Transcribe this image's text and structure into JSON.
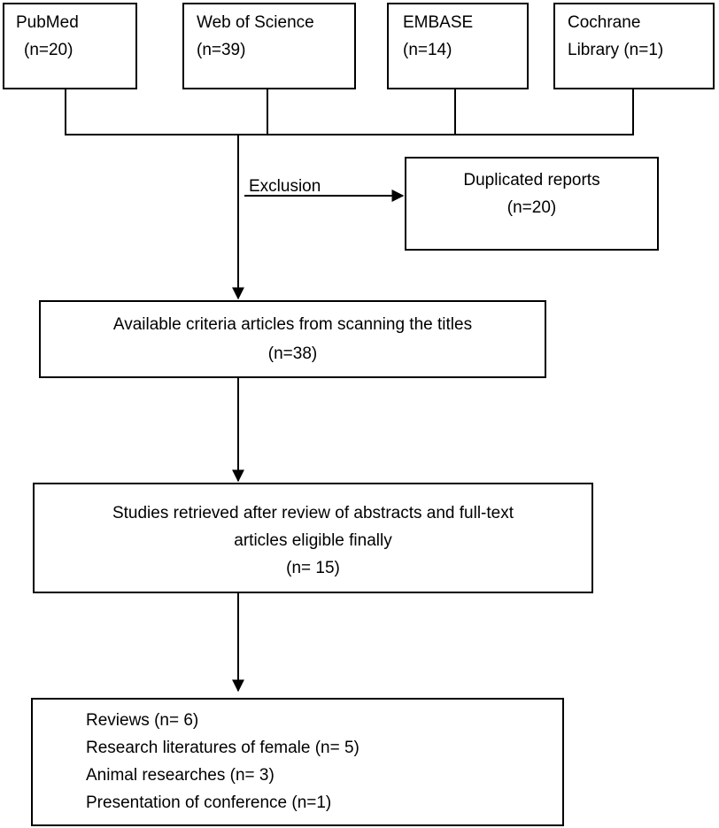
{
  "sources": [
    {
      "name": "PubMed",
      "count": "(n=20)"
    },
    {
      "name": "Web of Science",
      "count": "(n=39)"
    },
    {
      "name": "EMBASE",
      "count": "(n=14)"
    },
    {
      "name": "Cochrane",
      "count": "Library (n=1)"
    }
  ],
  "exclusion_label": "Exclusion",
  "duplicated": {
    "line1": "Duplicated reports",
    "line2": "(n=20)"
  },
  "available": {
    "line1": "Available criteria articles from scanning the titles",
    "line2": "(n=38)"
  },
  "retrieved": {
    "line1": "Studies retrieved after review of abstracts and full-text",
    "line2": "articles eligible finally",
    "line3": "(n= 15)"
  },
  "excluded_list": [
    "Reviews (n= 6)",
    "Research literatures of female (n= 5)",
    "Animal researches (n= 3)",
    "Presentation of conference (n=1)"
  ]
}
